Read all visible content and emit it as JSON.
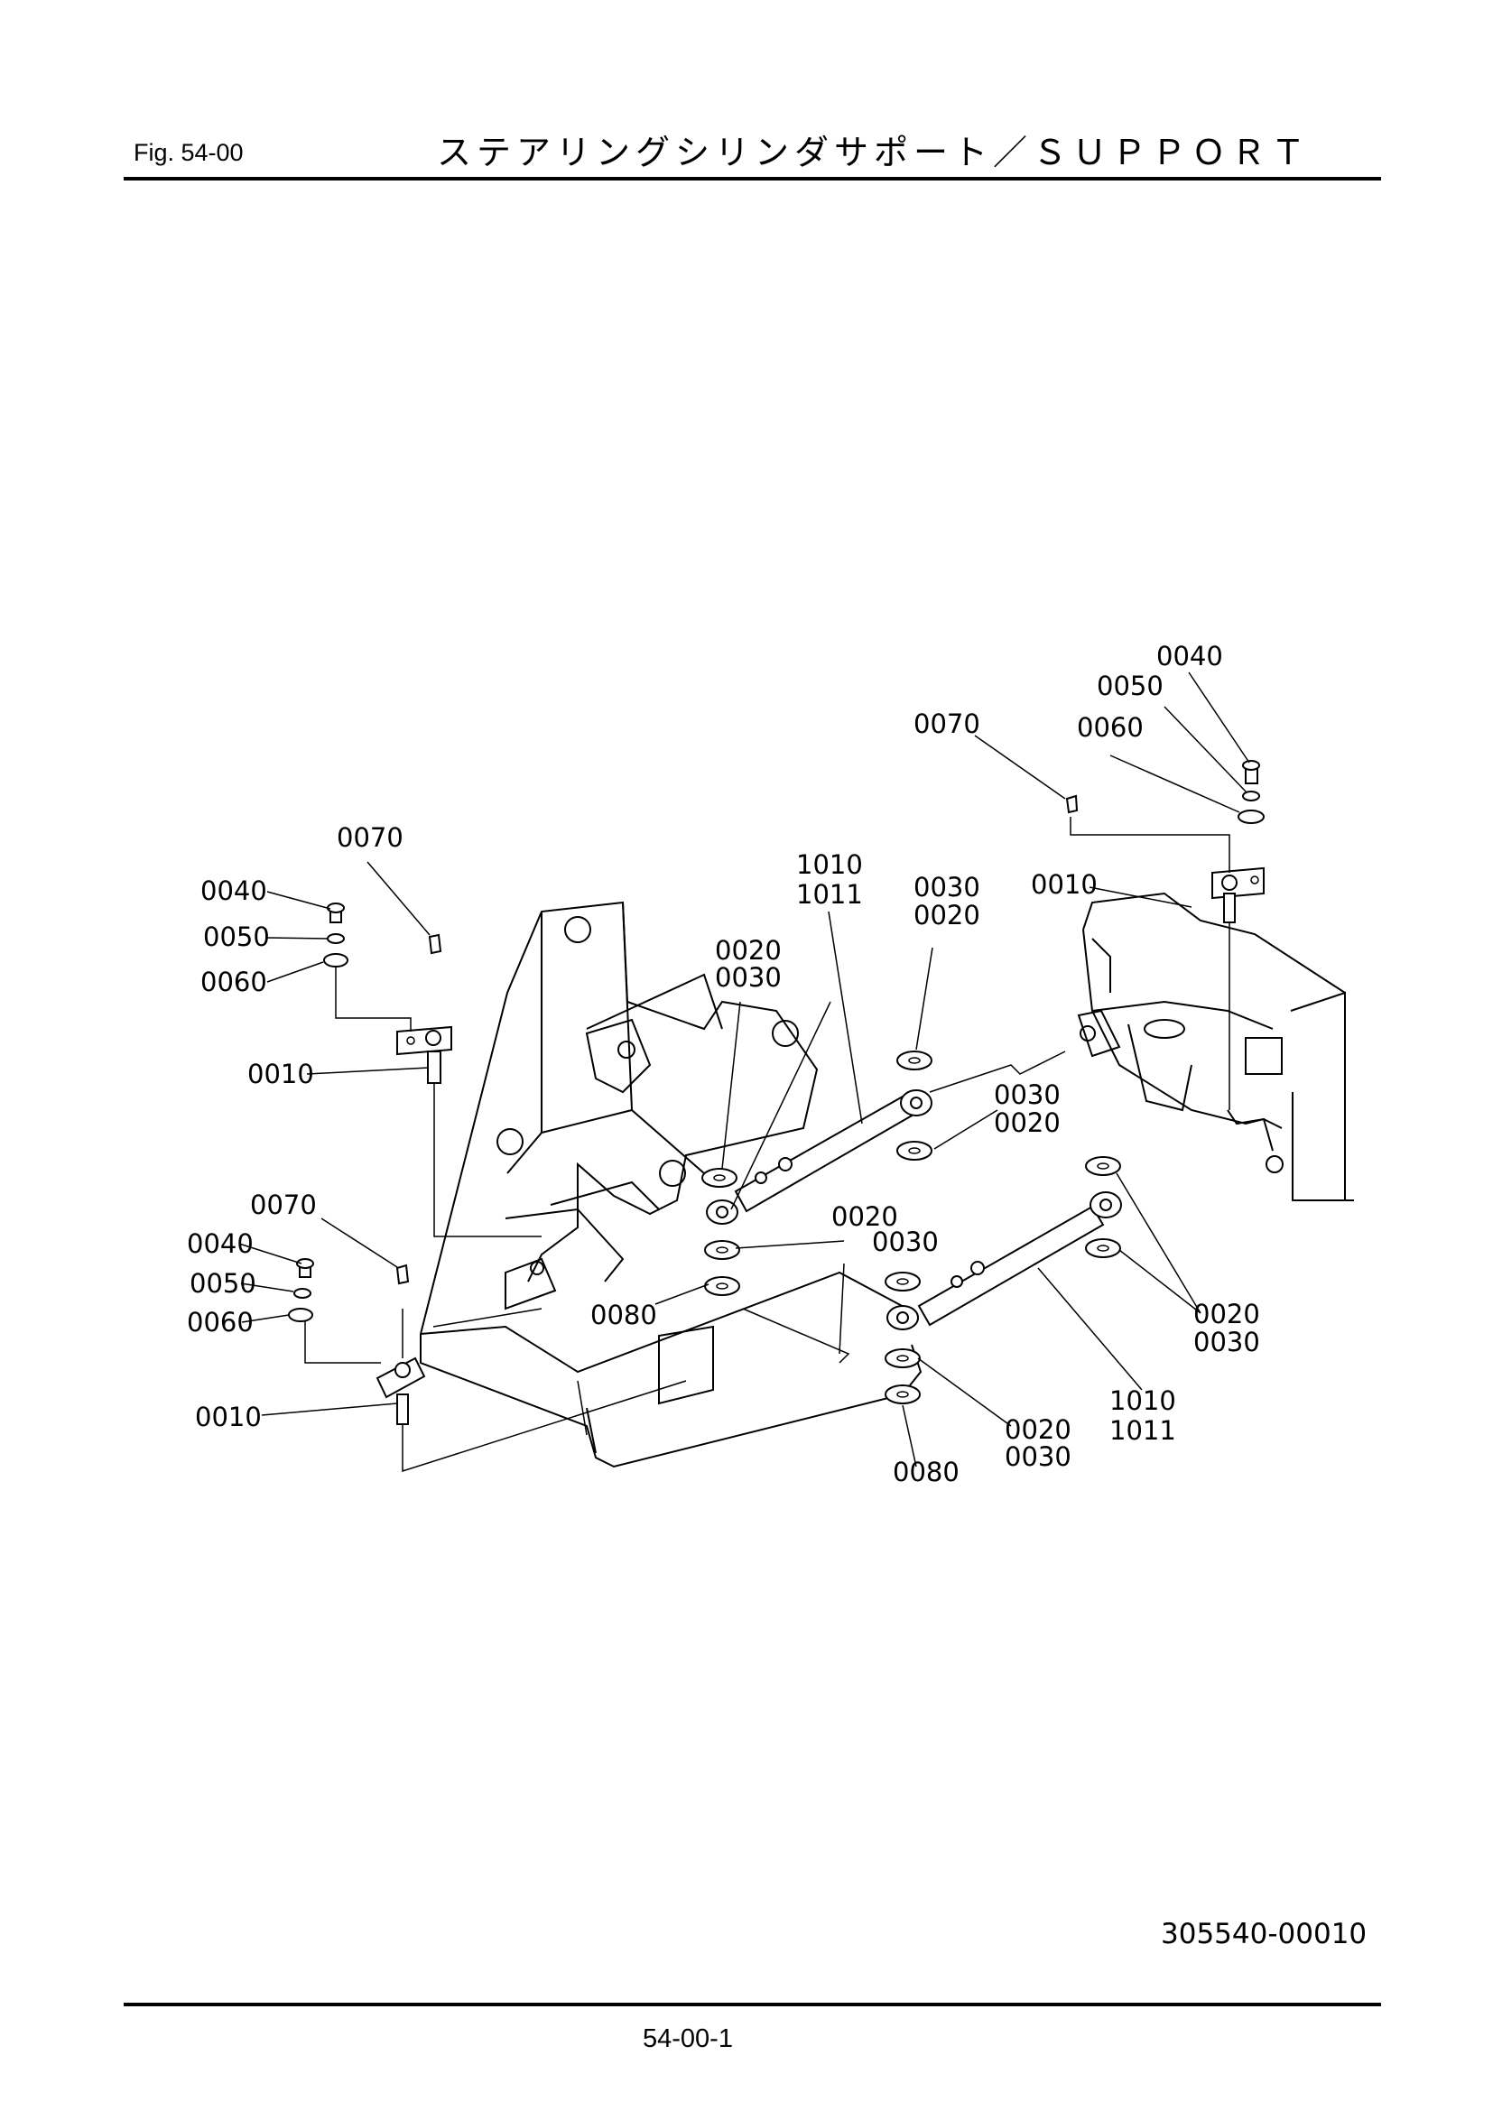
{
  "header": {
    "fig_label": "Fig.  54-00",
    "title": "ステアリングシリンダサポート／ＳＵＰＰＯＲＴ"
  },
  "diagram": {
    "callouts": {
      "tr_0040": "0040",
      "tr_0050": "0050",
      "tr_0070": "0070",
      "tr_0060": "0060",
      "tr_0010": "0010",
      "tl_0070": "0070",
      "tl_0040": "0040",
      "tl_0050": "0050",
      "tl_0060": "0060",
      "tl_0010": "0010",
      "cyl1_1010": "1010",
      "cyl1_1011": "1011",
      "mid_0030": "0030",
      "mid_0020": "0020",
      "ul_0020": "0020",
      "ul_0030": "0030",
      "r_0030": "0030",
      "r_0020": "0020",
      "bl_0070": "0070",
      "bl_0040": "0040",
      "bl_0050": "0050",
      "bl_0060": "0060",
      "bl_0010": "0010",
      "c_0020": "0020",
      "c_0030": "0030",
      "c_0080": "0080",
      "rr_0020": "0020",
      "rr_0030": "0030",
      "cyl2_1010": "1010",
      "cyl2_1011": "1011",
      "b_0020": "0020",
      "b_0030": "0030",
      "b_0080": "0080"
    }
  },
  "footer": {
    "drawing_number": "305540-00010",
    "page_number": "54-00-1"
  }
}
